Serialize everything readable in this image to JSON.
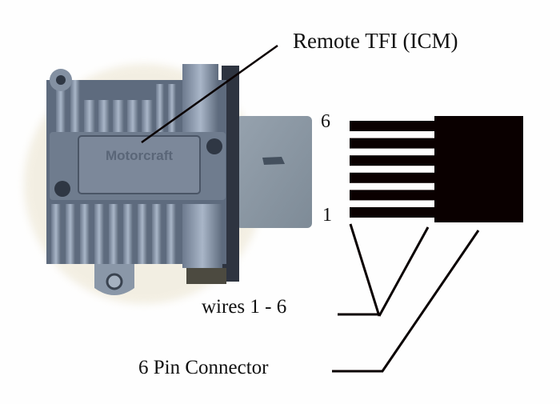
{
  "diagram": {
    "title_callout": "Remote TFI (ICM)",
    "pin_top_label": "6",
    "pin_bottom_label": "1",
    "wires_label": "wires 1 - 6",
    "connector_label": "6 Pin Connector",
    "wire_count": 6,
    "photo_subject": "Ignition control module (TFI) with heat-sink fins and connector",
    "module_brand_text": "Motorcraft",
    "colors": {
      "ink": "#0a0000",
      "background": "#fefefe",
      "module_metal": "#8c9cb0",
      "module_dark": "#3c4656",
      "connector_housing": "#8d9aa6"
    }
  }
}
